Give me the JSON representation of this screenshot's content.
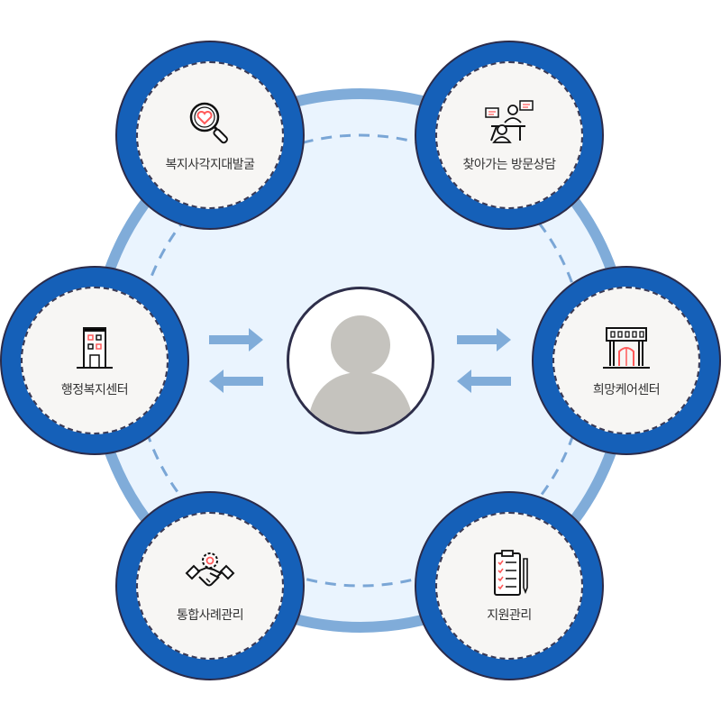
{
  "center": {
    "icon": "person-avatar-icon"
  },
  "nodes": [
    {
      "id": "welfare-blind-spot",
      "label": "복지사각지대발굴",
      "icon": "magnifier-heart-icon"
    },
    {
      "id": "visiting-counsel",
      "label": "찾아가는 방문상담",
      "icon": "counseling-icon"
    },
    {
      "id": "admin-welfare-center",
      "label": "행정복지센터",
      "icon": "building-icon"
    },
    {
      "id": "hope-care-center",
      "label": "희망케어센터",
      "icon": "care-center-icon"
    },
    {
      "id": "case-management",
      "label": "통합사례관리",
      "icon": "handshake-gear-icon"
    },
    {
      "id": "support-management",
      "label": "지원관리",
      "icon": "checklist-icon"
    }
  ],
  "colors": {
    "ring": "#1560b8",
    "outer_circle": "#80acd9",
    "fill": "#eaf4fe",
    "arrow": "#80acd9",
    "accent": "#ff5a5a"
  }
}
